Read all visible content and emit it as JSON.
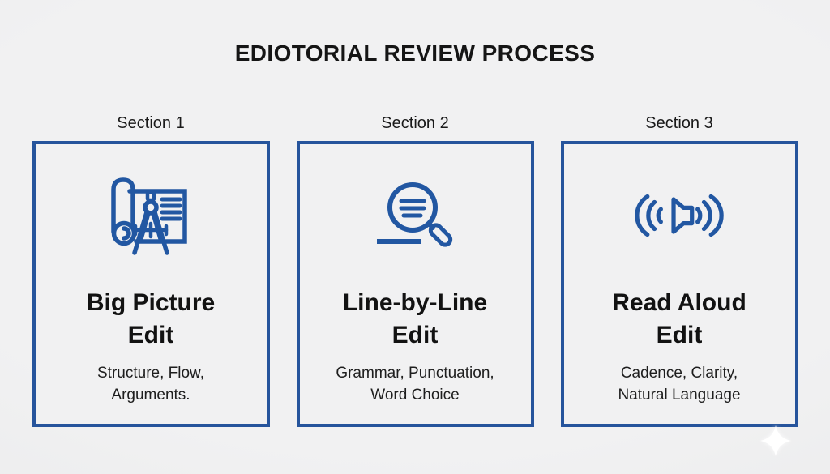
{
  "theme": {
    "accent_blue": "#26549C",
    "icon_blue": "#2257A2",
    "text_color": "#161616",
    "page_background": "#EDEEEE",
    "card_background": "#F1F1F2"
  },
  "title": "EDIOTORIAL REVIEW PROCESS",
  "sections": [
    {
      "label": "Section 1",
      "icon": "blueprint-drafting-compass-icon",
      "title_lines": [
        "Big Picture",
        "Edit"
      ],
      "subtitle_lines": [
        "Structure, Flow,",
        "Arguments."
      ]
    },
    {
      "label": "Section 2",
      "icon": "magnifier-text-lines-icon",
      "title_lines": [
        "Line-by-Line",
        "Edit"
      ],
      "subtitle_lines": [
        "Grammar, Punctuation,",
        "Word Choice"
      ]
    },
    {
      "label": "Section 3",
      "icon": "speaker-sound-waves-icon",
      "title_lines": [
        "Read Aloud",
        "Edit"
      ],
      "subtitle_lines": [
        "Cadence, Clarity,",
        "Natural Language"
      ]
    }
  ],
  "watermark": {
    "icon": "sparkle-icon"
  }
}
